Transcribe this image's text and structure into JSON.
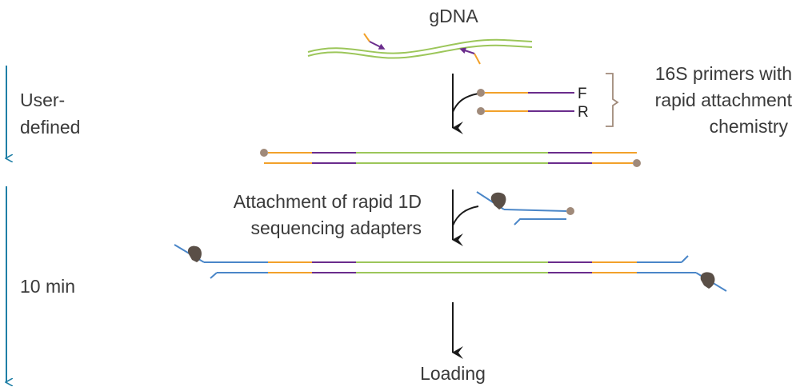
{
  "labels": {
    "gdna": "gDNA",
    "user_defined_1": "User-",
    "user_defined_2": "defined",
    "ten_min": "10 min",
    "primers_1": "16S primers with",
    "primers_2": "rapid attachment",
    "primers_3": "chemistry",
    "primer_f": "F",
    "primer_r": "R",
    "attach_1": "Attachment of rapid 1D",
    "attach_2": "sequencing adapters",
    "loading": "Loading"
  },
  "colors": {
    "dna": "#9cc65a",
    "primer_orange": "#f2a12a",
    "primer_purple": "#6a2c8c",
    "adapter_blue": "#4a86c8",
    "bead": "#a08a7a",
    "motor": "#5a4f47",
    "timeline": "#1f7fa6",
    "arrow": "#1a1a1a",
    "bracket": "#a08a7a"
  }
}
